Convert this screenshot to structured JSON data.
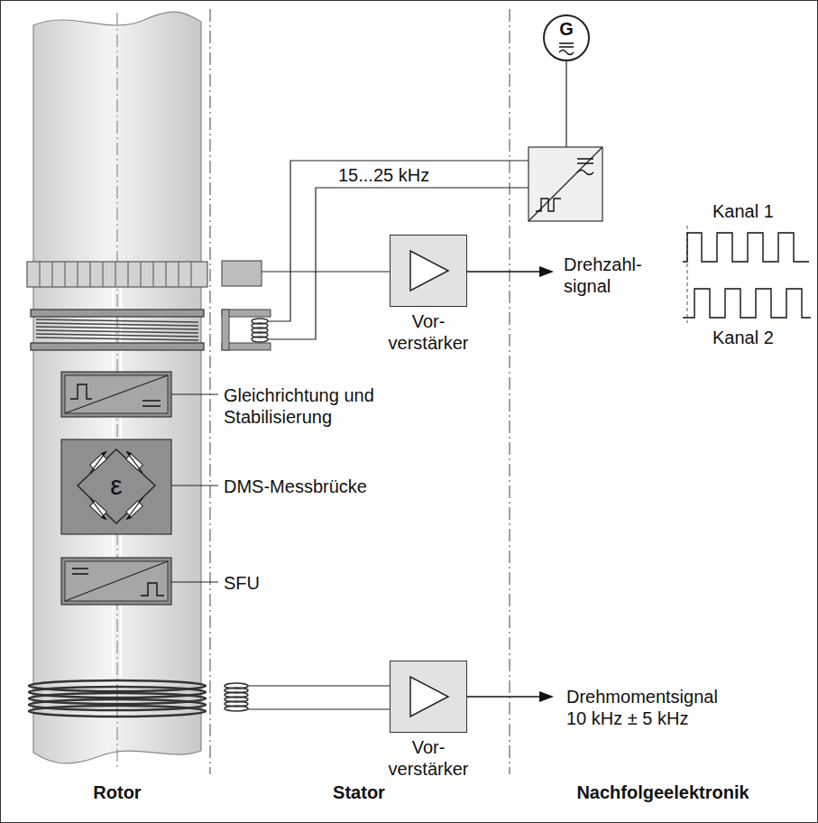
{
  "diagram": {
    "nodes": [
      {
        "text": [
          "G"
        ]
      },
      {
        "text": [
          "Vor- verstärker"
        ]
      },
      {
        "text": [
          "Vor- verstärker"
        ]
      }
    ],
    "labels": [
      "15...25 kHz",
      "Kanal 1",
      "Drehzahl- signal",
      "Kanal 2",
      "Gleichrichtung und Stabilisierung",
      "ε",
      "DMS-Messbrücke",
      "SFU",
      "Drehmomentsignal 10 kHz ± 5 kHz",
      "Rotor",
      "Stator",
      "Nachfolgeelektronik"
    ]
  }
}
